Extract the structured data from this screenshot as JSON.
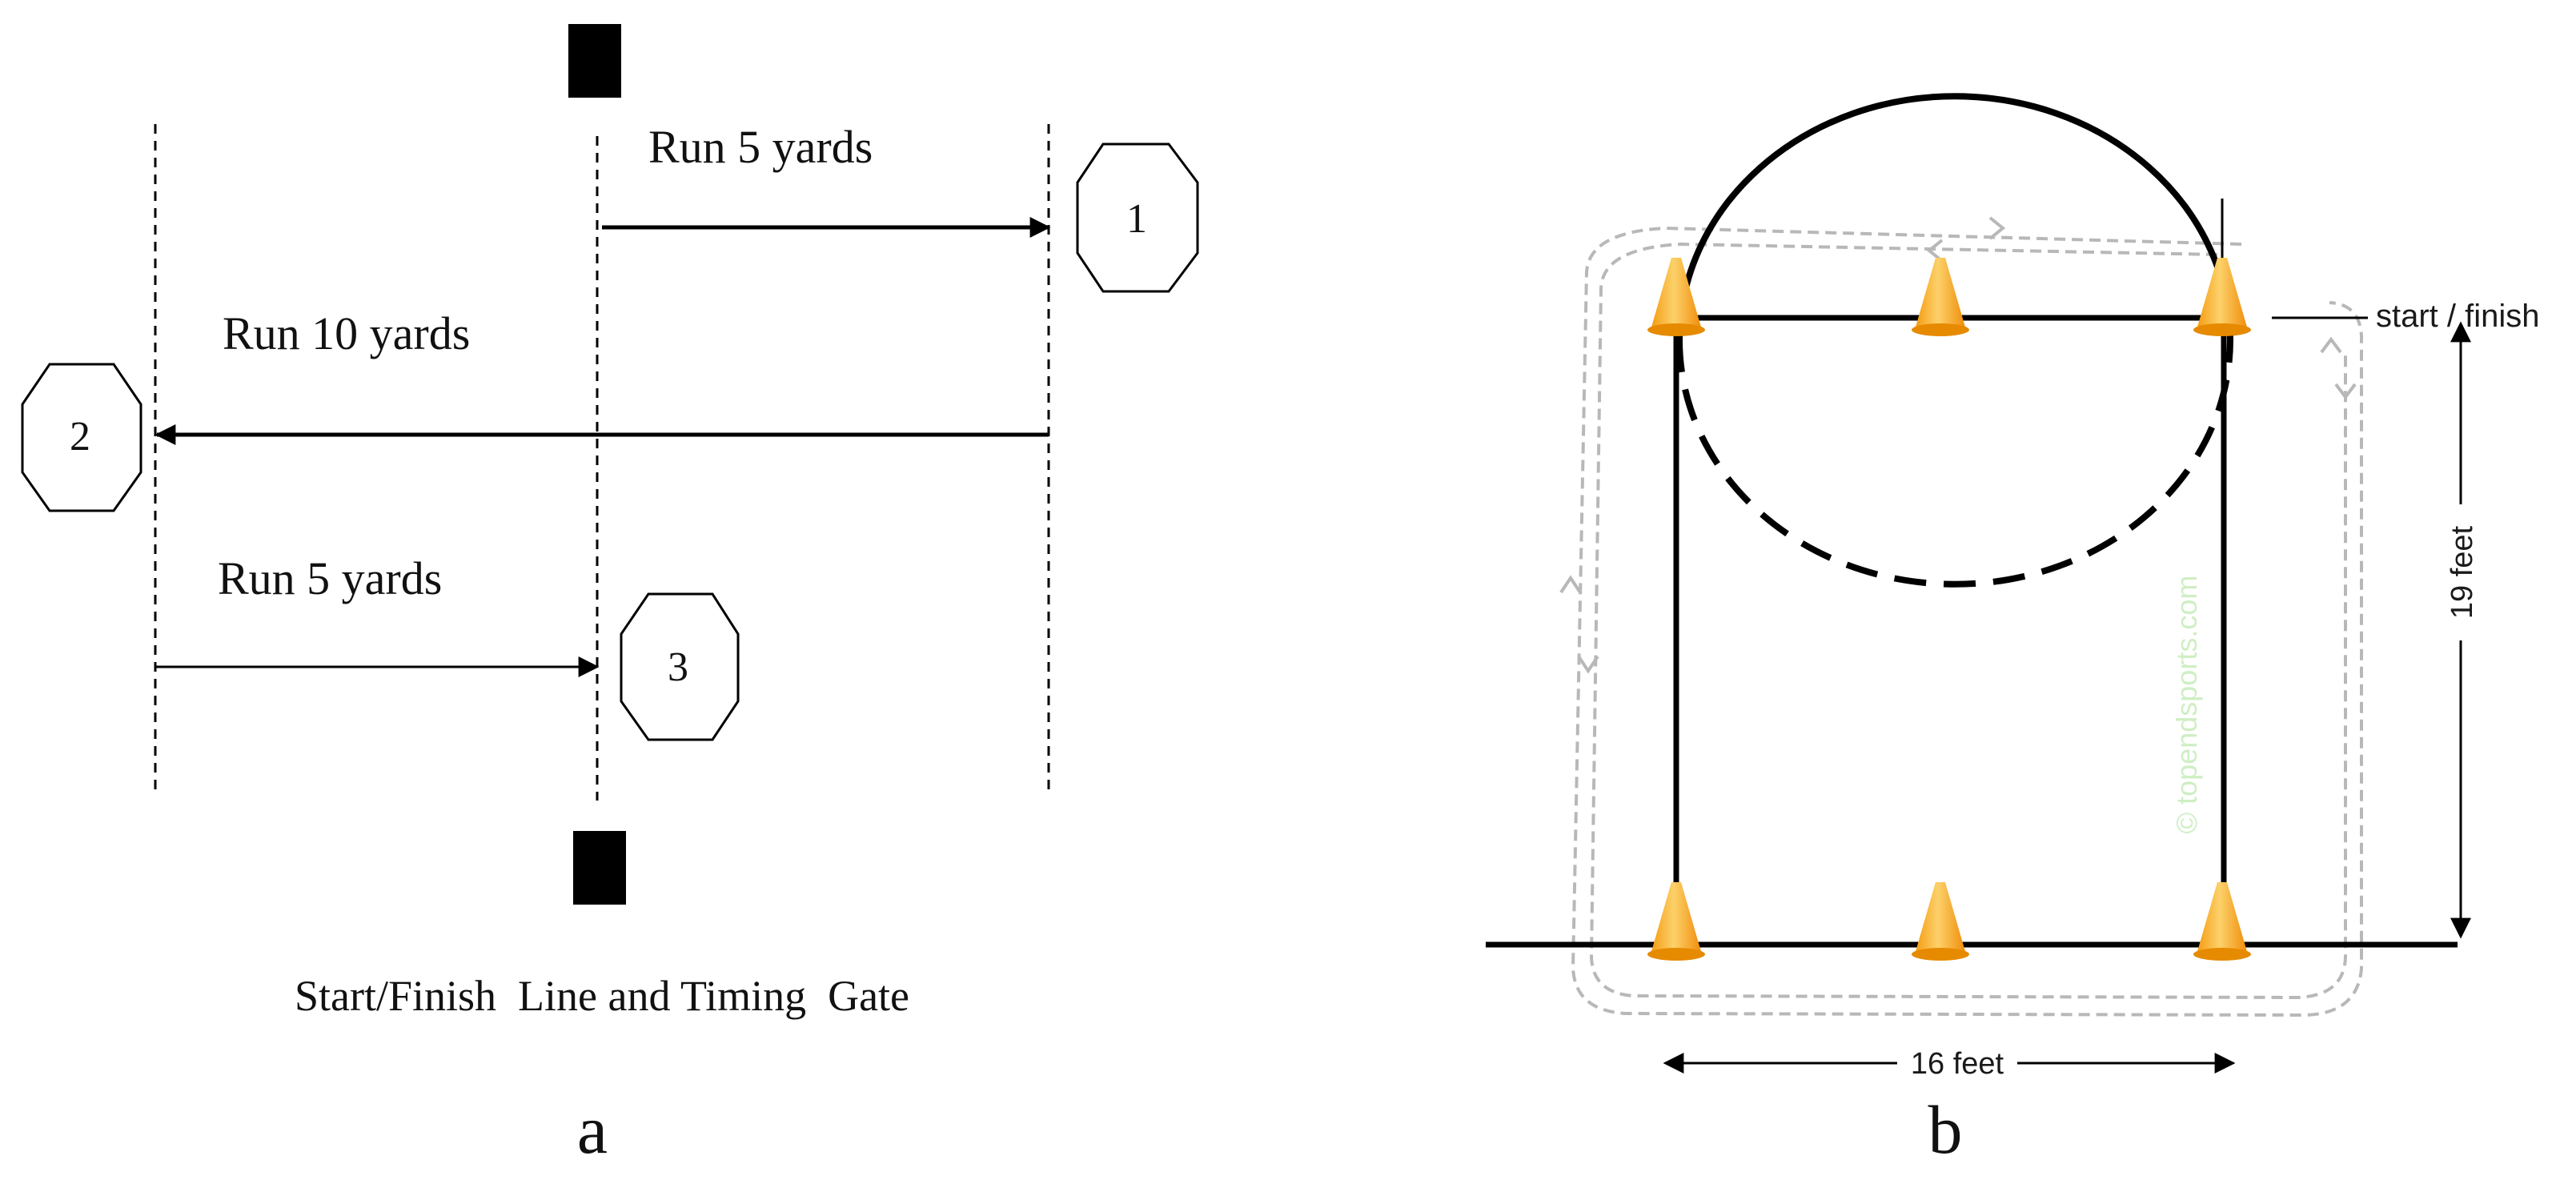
{
  "panel_a": {
    "label_run1": "Run 5 yards",
    "label_run2": "Run 10 yards",
    "label_run3": "Run 5 yards",
    "marker_1": "1",
    "marker_2": "2",
    "marker_3": "3",
    "gate_caption": "Start/Finish  Line and Timing  Gate",
    "panel_letter": "a"
  },
  "panel_b": {
    "start_finish": "start / finish",
    "height_label": "19 feet",
    "width_label": "16 feet",
    "watermark": "© topendsports.com",
    "panel_letter": "b"
  },
  "colors": {
    "line": "#000000",
    "path": "#b8b8b8",
    "cone": "#f7a21a",
    "cone_light": "#fcd16a",
    "watermark": "#cfeec4"
  }
}
